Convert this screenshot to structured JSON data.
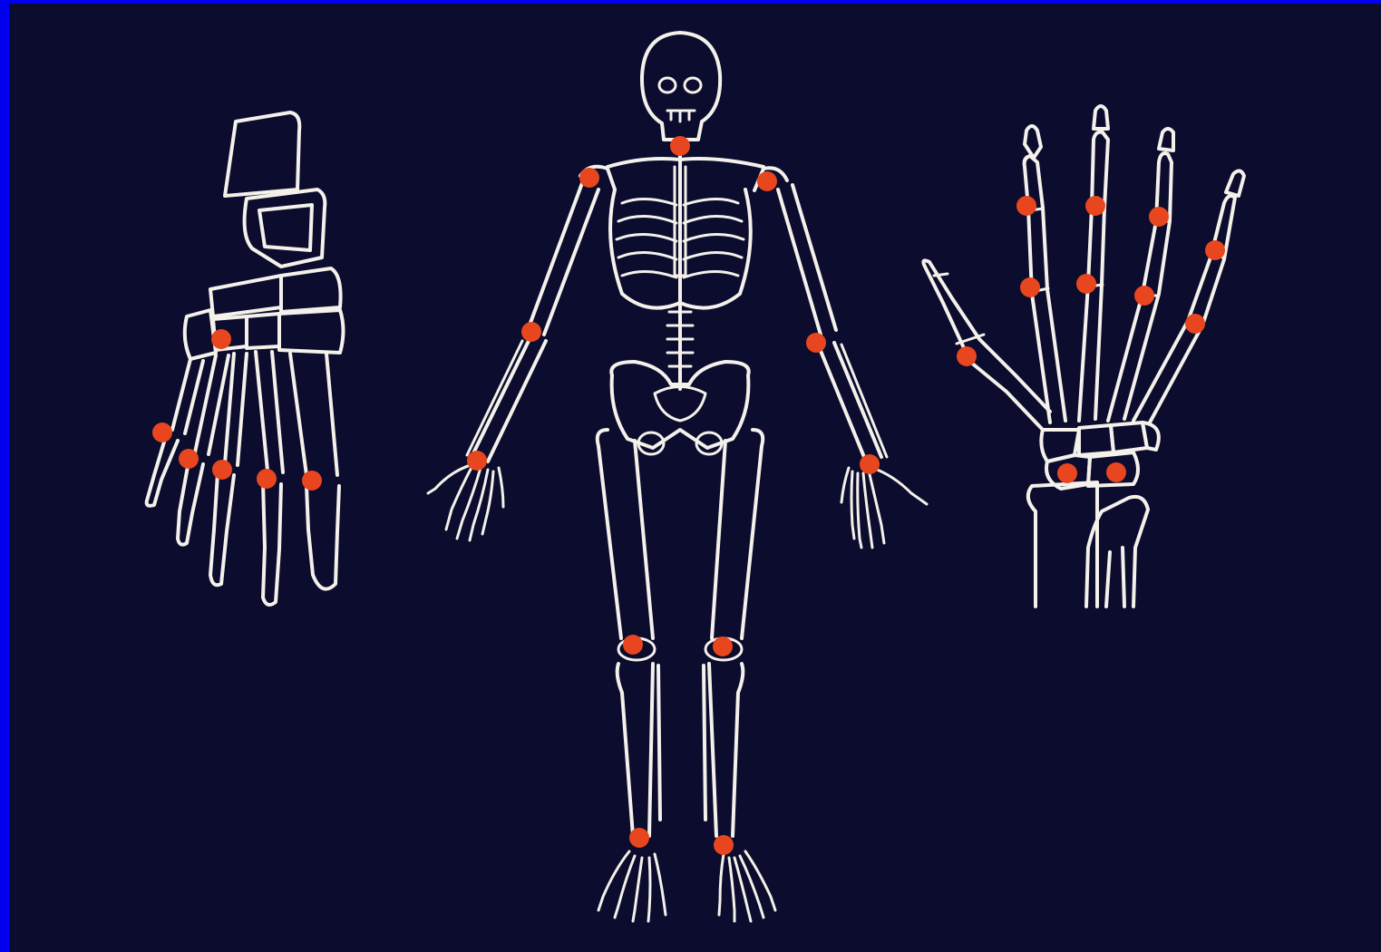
{
  "colors": {
    "frame": "#0000ee",
    "background": "#0b0c2e",
    "bone_outline": "#f4f1ea",
    "joint_marker": "#e8461e"
  },
  "figures": [
    {
      "name": "foot-skeleton",
      "icon": "foot-bones-icon",
      "joint_markers": 6
    },
    {
      "name": "full-body-skeleton",
      "icon": "skeleton-icon",
      "joint_markers": 11
    },
    {
      "name": "hand-skeleton",
      "icon": "hand-bones-icon",
      "joint_markers": 11
    }
  ]
}
